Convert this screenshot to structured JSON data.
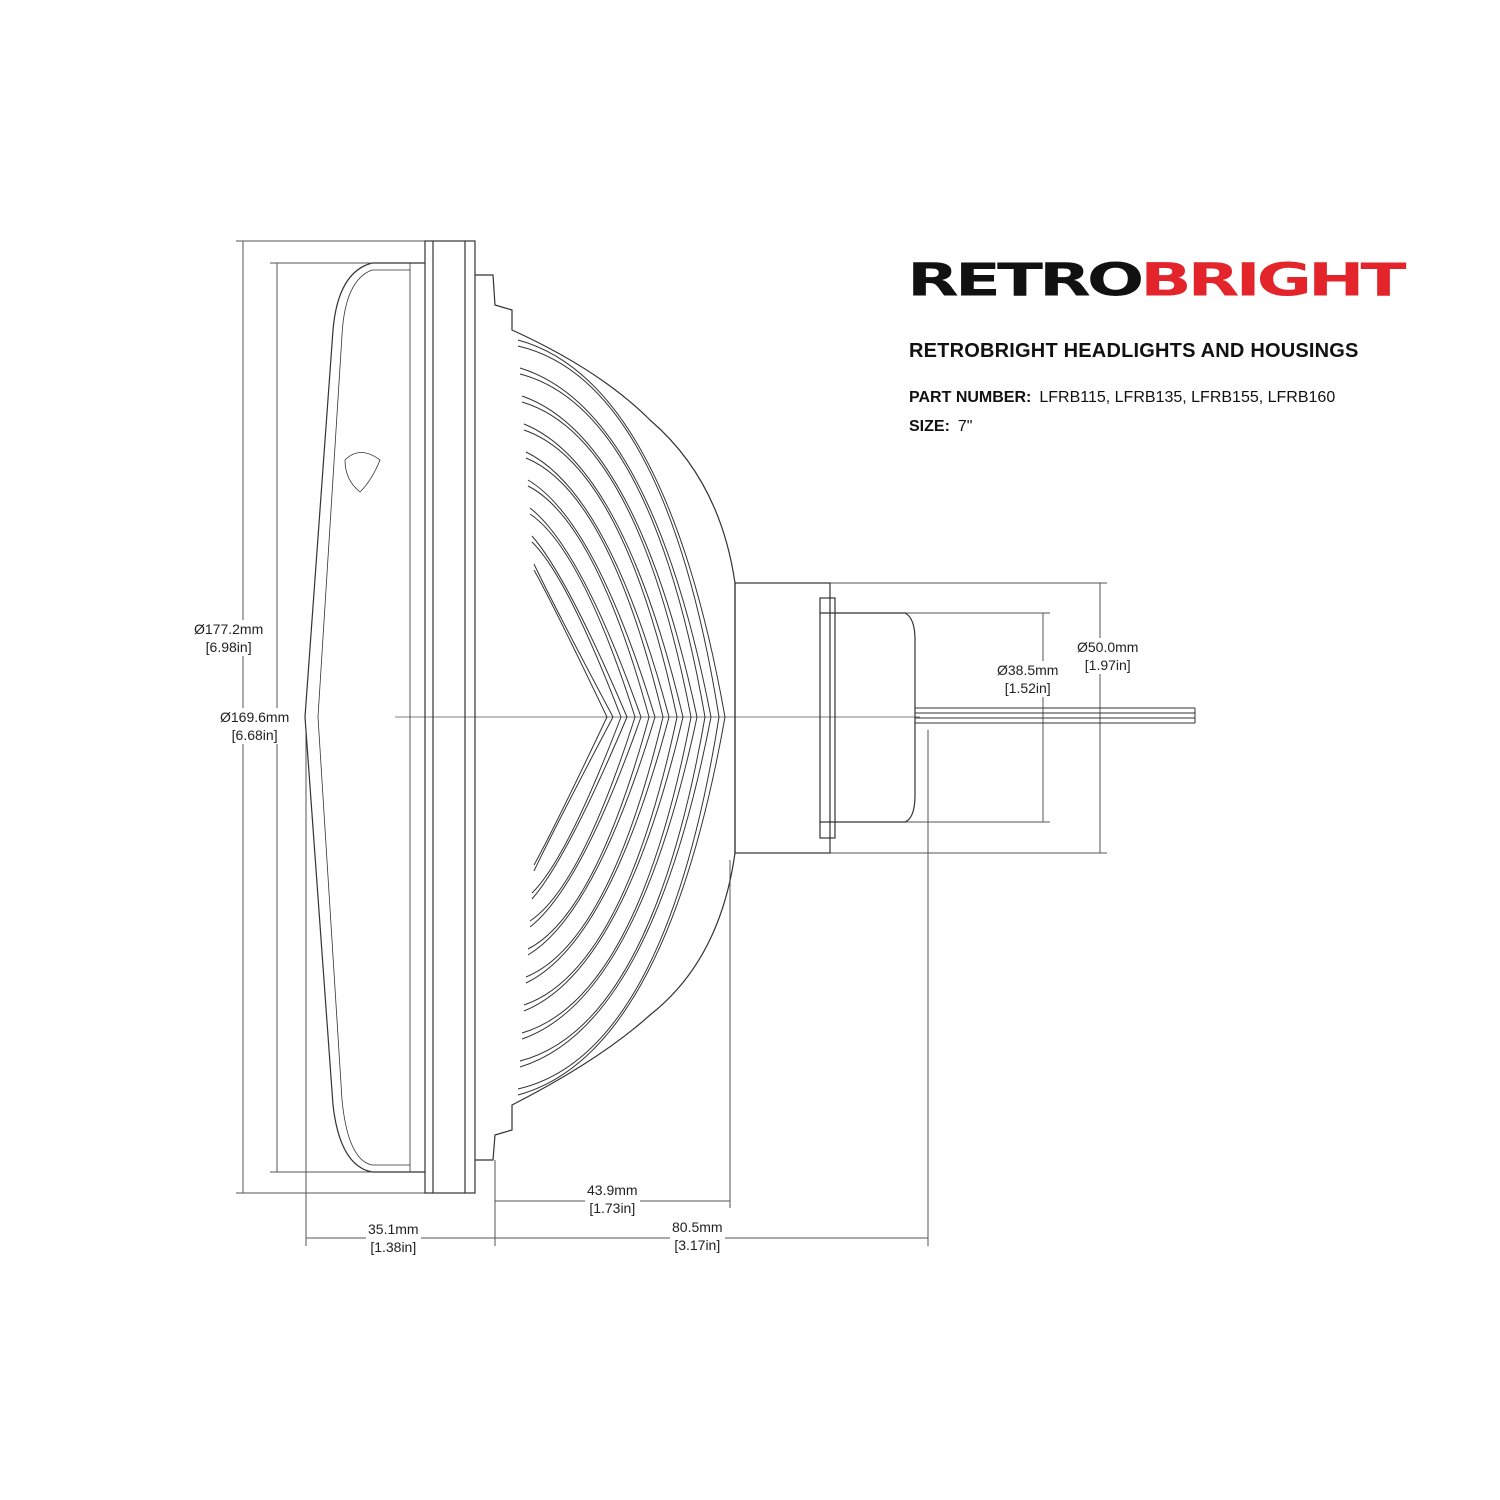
{
  "brand": {
    "logo_part1": "RETRO",
    "logo_part2": "BRIGHT",
    "colors": {
      "dark": "#111111",
      "red": "#e3242b"
    }
  },
  "title": "RETROBRIGHT HEADLIGHTS AND HOUSINGS",
  "part_number": {
    "label": "PART NUMBER:",
    "value": "LFRB115, LFRB135, LFRB155, LFRB160"
  },
  "size": {
    "label": "SIZE:",
    "value": "7\""
  },
  "dimensions": {
    "outer_diameter": {
      "mm": "Ø177.2mm",
      "in": "[6.98in]"
    },
    "lens_diameter": {
      "mm": "Ø169.6mm",
      "in": "[6.68in]"
    },
    "connector_diameter": {
      "mm": "Ø38.5mm",
      "in": "[1.52in]"
    },
    "neck_diameter": {
      "mm": "Ø50.0mm",
      "in": "[1.97in]"
    },
    "lens_depth": {
      "mm": "35.1mm",
      "in": "[1.38in]"
    },
    "housing_depth": {
      "mm": "43.9mm",
      "in": "[1.73in]"
    },
    "total_depth": {
      "mm": "80.5mm",
      "in": "[3.17in]"
    }
  }
}
